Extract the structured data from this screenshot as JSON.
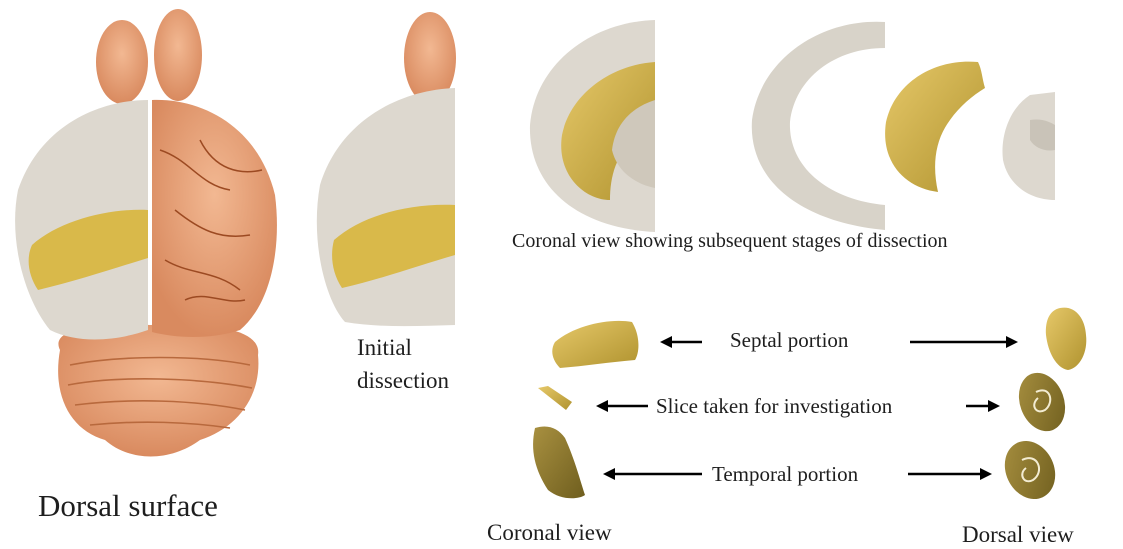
{
  "labels": {
    "dorsal_surface": "Dorsal surface",
    "initial_dissection_line1": "Initial",
    "initial_dissection_line2": "dissection",
    "coronal_stages": "Coronal view showing subsequent stages of dissection",
    "septal_portion": "Septal portion",
    "slice_taken": "Slice taken for investigation",
    "temporal_portion": "Temporal portion",
    "coronal_view": "Coronal view",
    "dorsal_view": "Dorsal view"
  },
  "colors": {
    "brain_orange": "#e7a078",
    "cortex_grey": "#ddd8cf",
    "hippocampus_yellow": "#d9b94a",
    "hippocampus_dark": "#8a7528",
    "arrow": "#000000"
  }
}
